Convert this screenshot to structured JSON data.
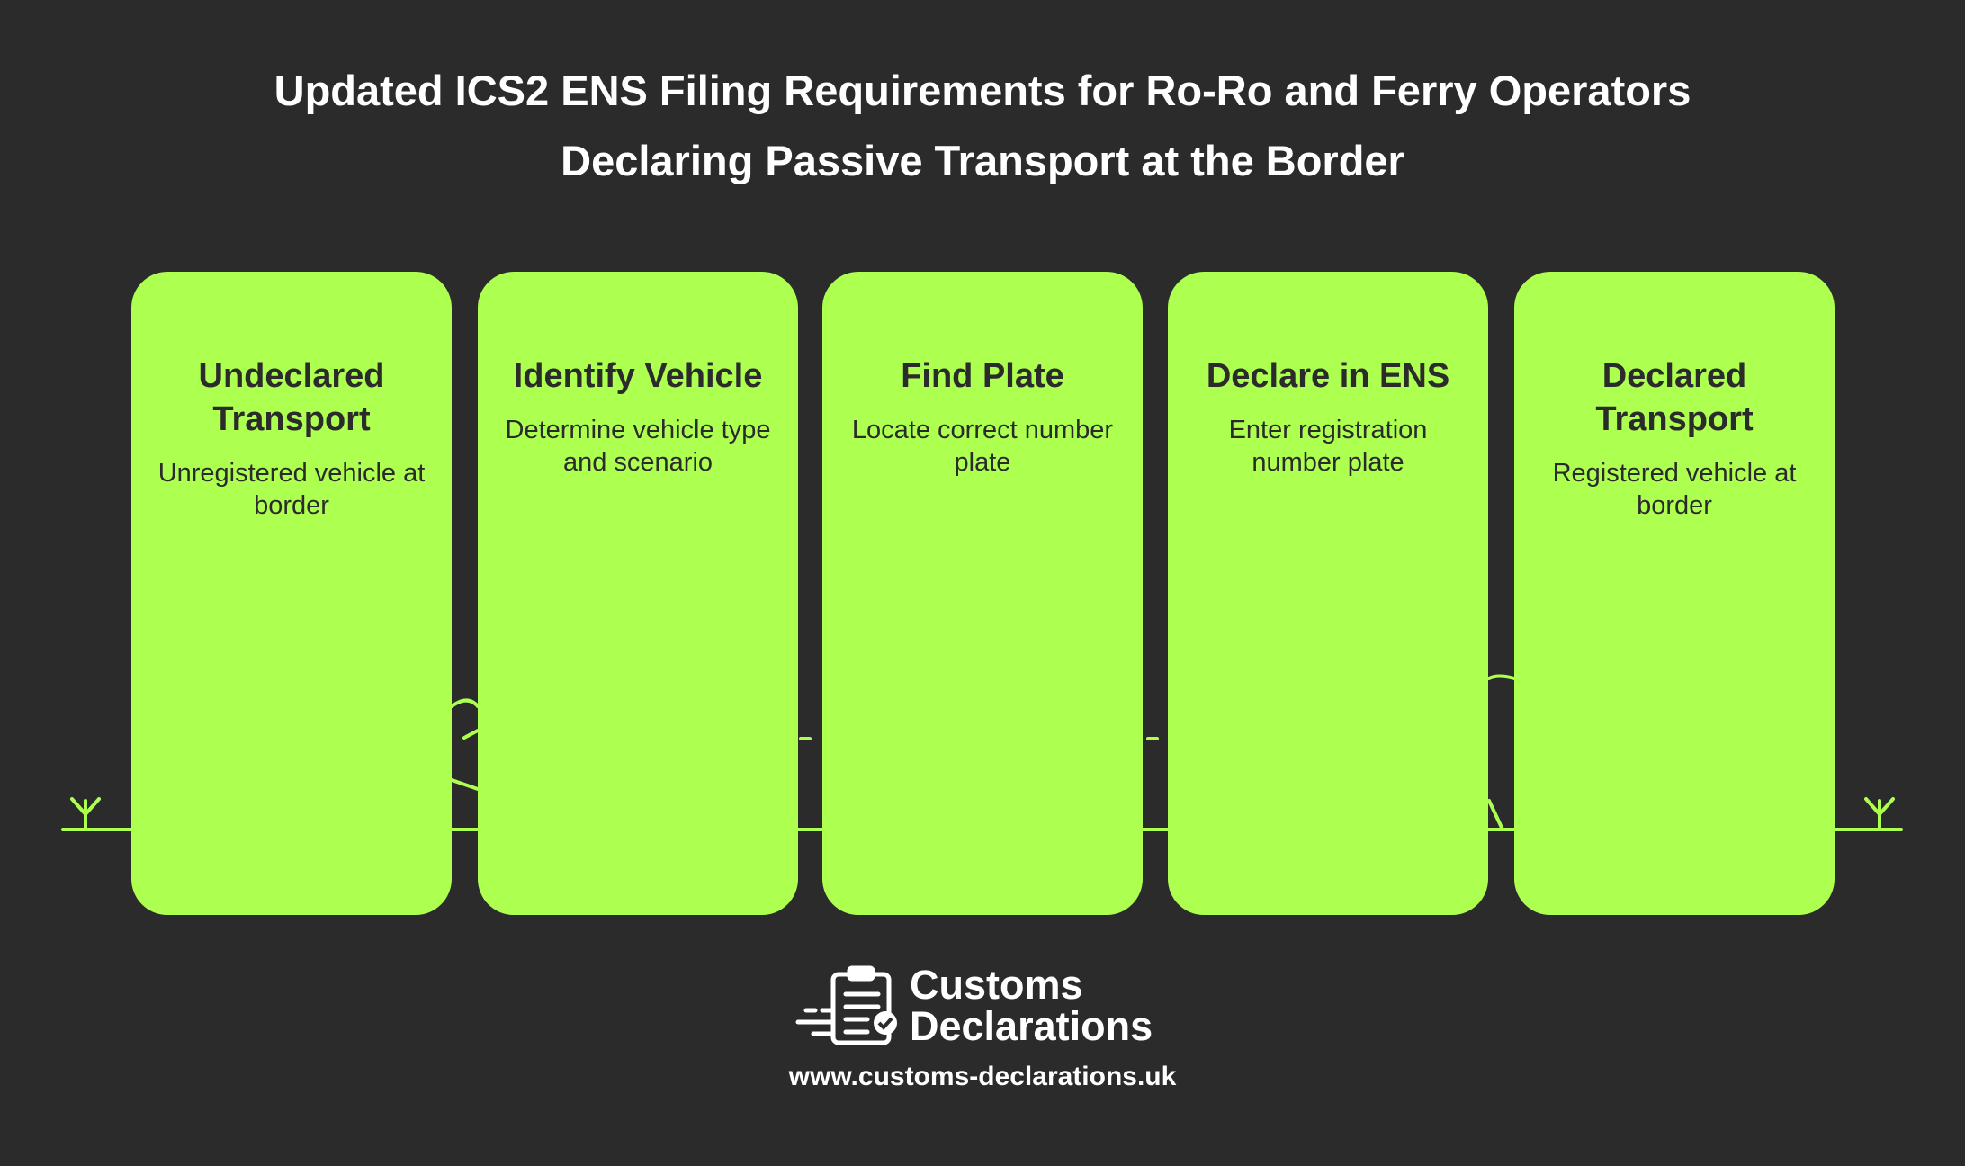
{
  "title": {
    "line1": "Updated ICS2 ENS Filing Requirements for Ro-Ro and Ferry Operators",
    "line2": "Declaring Passive Transport at the Border"
  },
  "colors": {
    "background": "#2b2b2b",
    "accent": "#adff50",
    "text_dark": "#2b2b2b",
    "text_light": "#ffffff"
  },
  "steps": [
    {
      "title": "Undeclared Transport",
      "description": "Unregistered vehicle at border"
    },
    {
      "title": "Identify Vehicle",
      "description": "Determine vehicle type and scenario"
    },
    {
      "title": "Find Plate",
      "description": "Locate correct number plate"
    },
    {
      "title": "Declare in ENS",
      "description": "Enter registration number plate"
    },
    {
      "title": "Declared Transport",
      "description": "Registered vehicle at border"
    }
  ],
  "footer": {
    "brand_line1": "Customs",
    "brand_line2": "Declarations",
    "url": "www.customs-declarations.uk",
    "logo_icon": "clipboard-check-icon"
  }
}
